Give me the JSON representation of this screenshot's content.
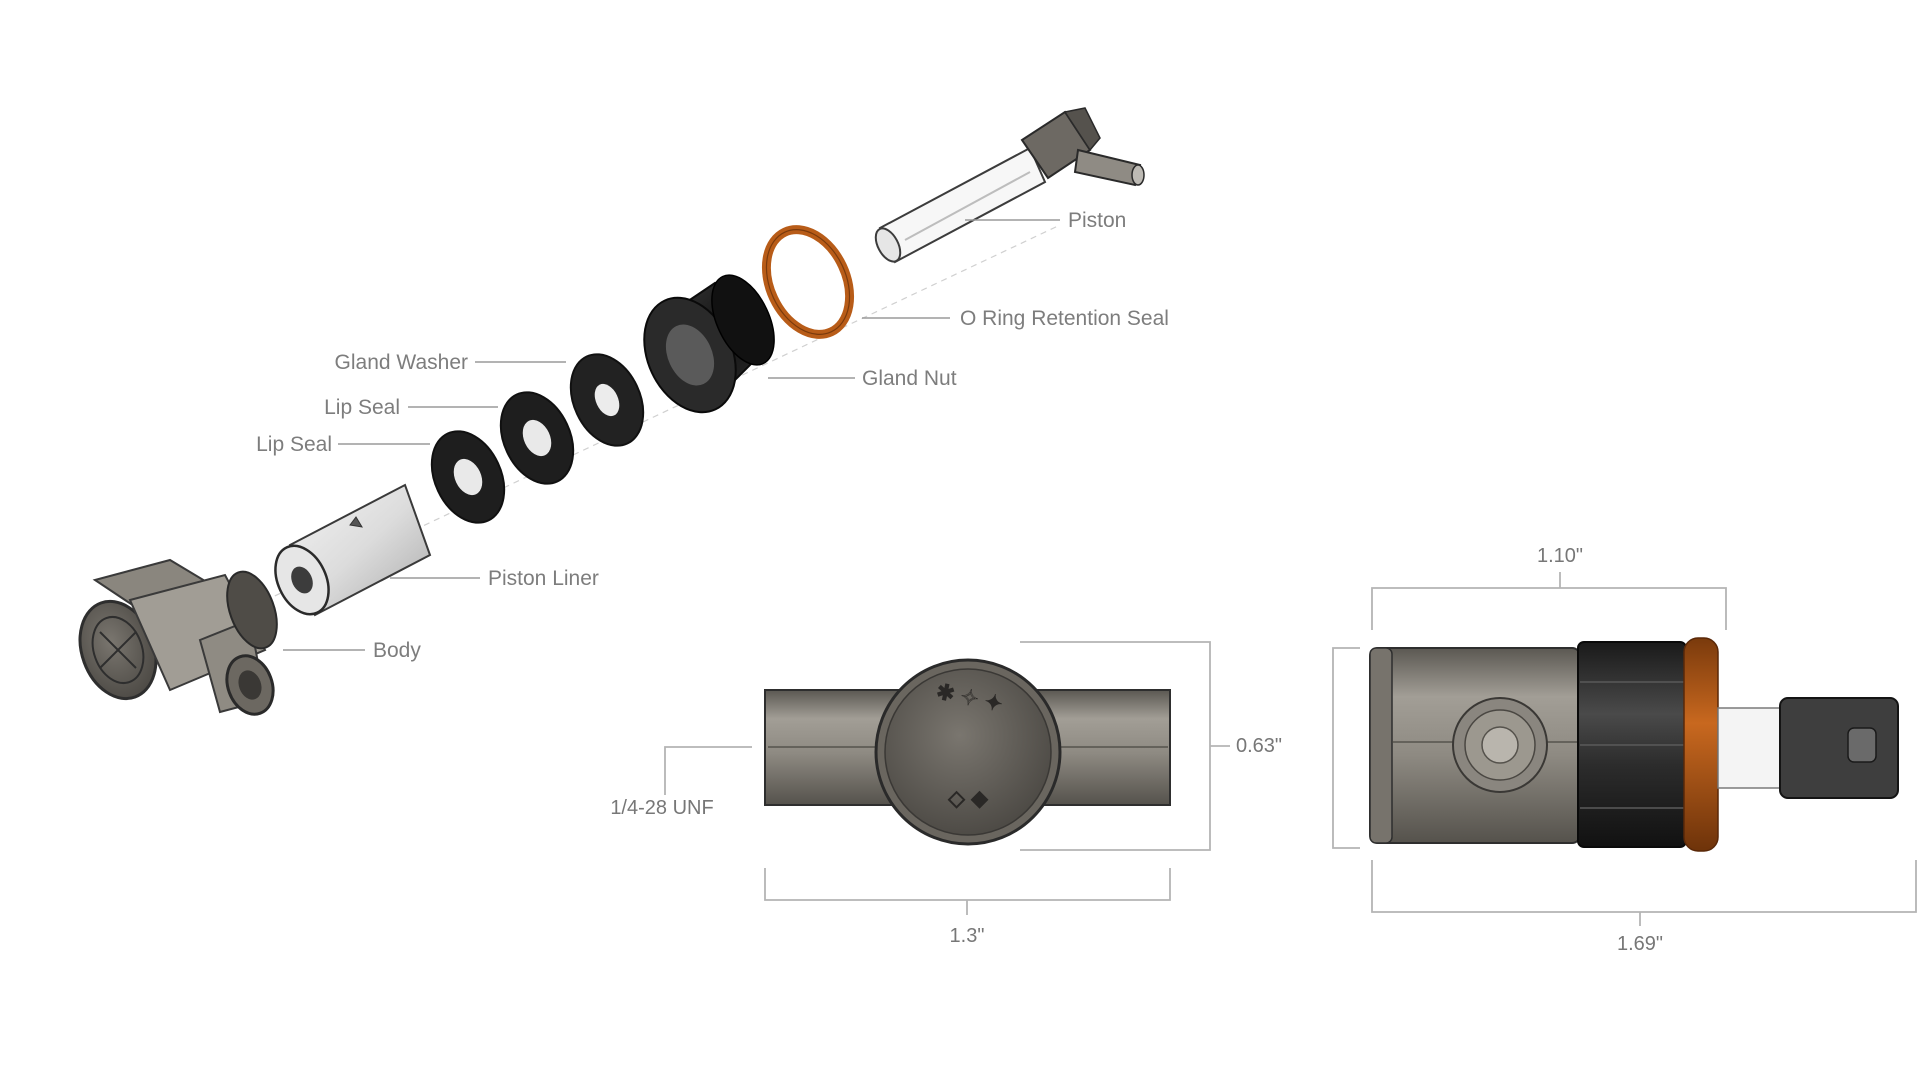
{
  "labels": {
    "piston": "Piston",
    "o_ring": "O Ring Retention Seal",
    "gland_nut": "Gland Nut",
    "gland_washer": "Gland Washer",
    "lip_seal_upper": "Lip Seal",
    "lip_seal_lower": "Lip Seal",
    "piston_liner": "Piston Liner",
    "body": "Body"
  },
  "dimensions": {
    "thread": "1/4-28 UNF",
    "front_width": "1.3\"",
    "front_height": "0.63\"",
    "side_body_length": "1.10\"",
    "side_total_length": "1.69\""
  },
  "colors": {
    "metal": "#8f8b83",
    "metal_dark": "#5d5a55",
    "nut": "#1d1d1d",
    "o_ring": "#b85c18",
    "text": "#7d7d7d"
  }
}
